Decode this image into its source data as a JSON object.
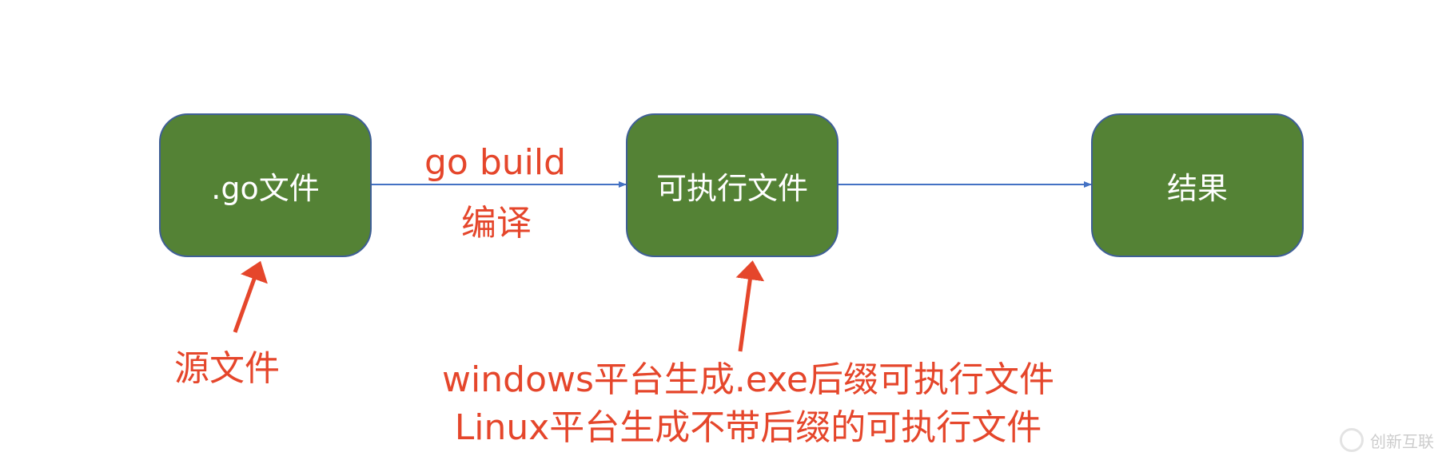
{
  "nodes": {
    "source": ".go文件",
    "executable": "可执行文件",
    "result": "结果"
  },
  "edge_label": {
    "command": "go build",
    "action": "编译"
  },
  "annotations": {
    "source_note": "源文件",
    "executable_note": [
      "windows平台生成.exe后缀可执行文件",
      "Linux平台生成不带后缀的可执行文件"
    ]
  },
  "watermark": "创新互联",
  "colors": {
    "node_fill": "#548235",
    "node_border": "#3f5f96",
    "edge": "#4472c4",
    "annotation": "#e5462b",
    "node_text": "#ffffff"
  }
}
